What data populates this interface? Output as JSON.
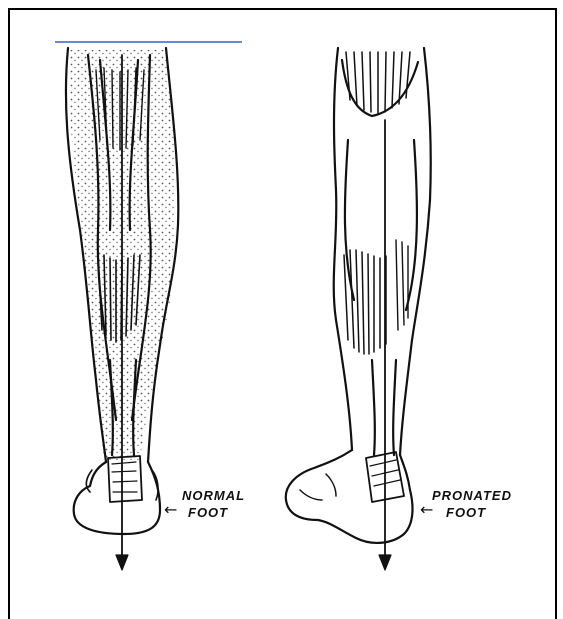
{
  "figure": {
    "legs": [
      {
        "id": "normal",
        "label_line1": "NORMAL",
        "label_line2": "FOOT"
      },
      {
        "id": "pronated",
        "label_line1": "PRONATED",
        "label_line2": "FOOT"
      }
    ]
  }
}
